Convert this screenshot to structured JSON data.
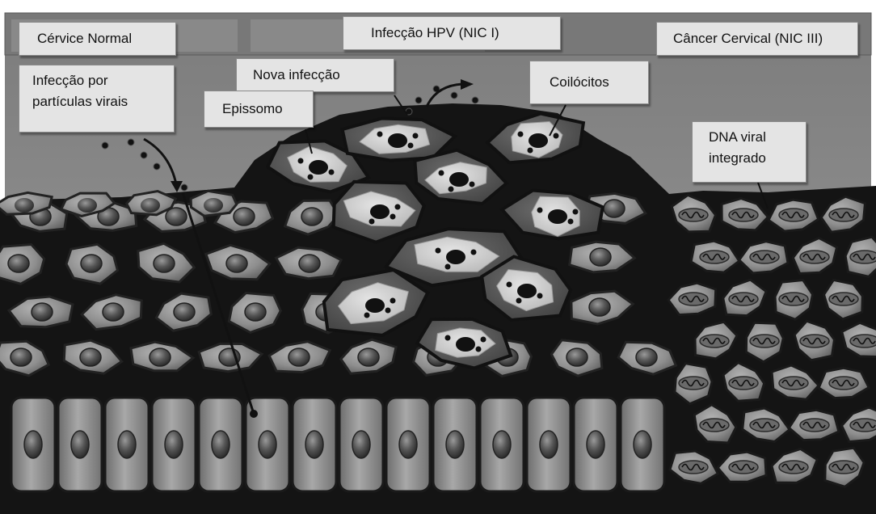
{
  "labels": {
    "normal": "Cérvice Normal",
    "hpv": "Infecção HPV (NIC I)",
    "cancer": "Câncer Cervical (NIC III)",
    "infection_line1": "Infecção por",
    "infection_line2": "partículas virais",
    "new_infection": "Nova infecção",
    "episome": "Epissomo",
    "koilocytes": "Coilócitos",
    "dna_line1": "DNA viral",
    "dna_line2": "integrado"
  },
  "palette": {
    "background": "#ffffff",
    "panel": "#8c8c8c",
    "membrane": "#161616",
    "cell": "#8f8f8f",
    "cell_light": "#b2b2b2",
    "cell_dark": "#5e5e5e",
    "nucleus": "#555555",
    "koilocyte_cell": "#5c5c5c",
    "halo": "#d4d4d4",
    "callout_bg": "#e4e4e4"
  }
}
